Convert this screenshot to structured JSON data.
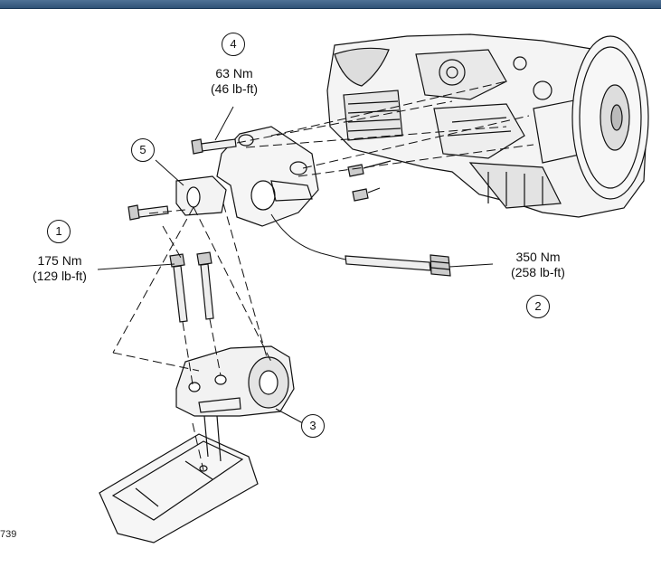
{
  "callouts": [
    {
      "number": "1",
      "lines": [
        "175 Nm",
        "(129 lb-ft)"
      ]
    },
    {
      "number": "2",
      "lines": [
        "350 Nm",
        "(258 lb-ft)"
      ]
    },
    {
      "number": "3",
      "lines": []
    },
    {
      "number": "4",
      "lines": [
        "63 Nm",
        "(46 lb-ft)"
      ]
    },
    {
      "number": "5",
      "lines": []
    }
  ],
  "figure_id": "739",
  "colors": {
    "header_bar": "#3a5f86",
    "line_art": "#111111"
  }
}
